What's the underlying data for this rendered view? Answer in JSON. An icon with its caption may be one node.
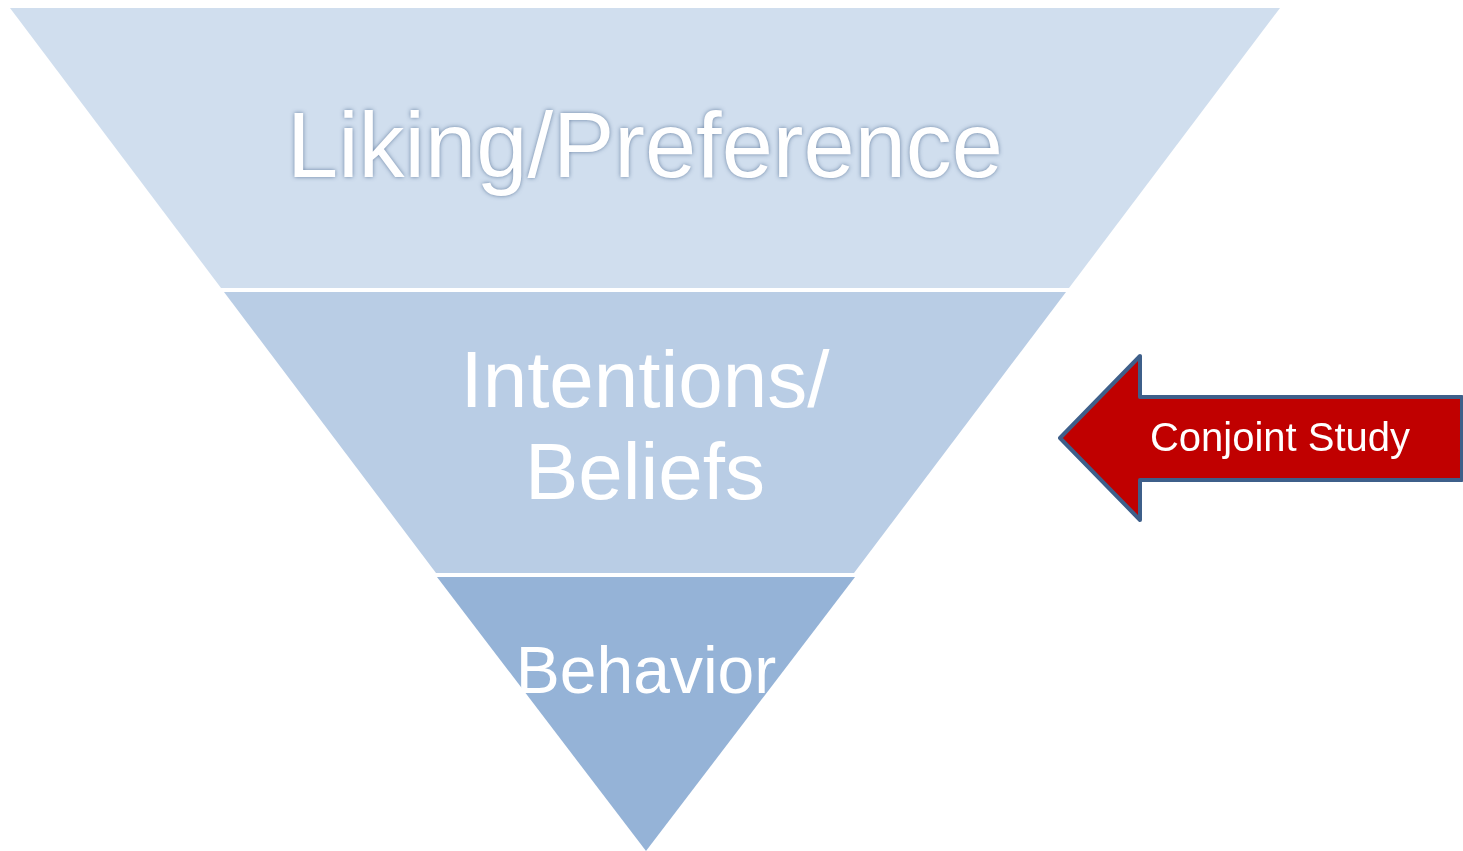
{
  "diagram": {
    "nodes": [
      {
        "text": [
          "Liking/Preference"
        ]
      },
      {
        "text": [
          "Intentions/ Beliefs"
        ]
      },
      {
        "text": [
          "Behavior"
        ]
      },
      {
        "text": [
          "Conjoint Study"
        ]
      }
    ]
  }
}
